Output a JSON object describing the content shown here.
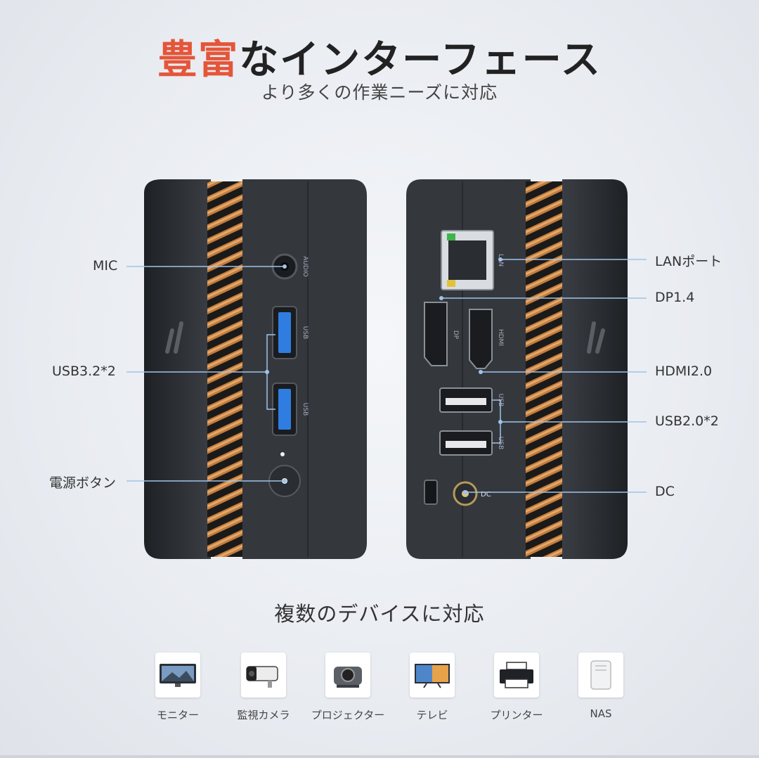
{
  "header": {
    "title_accent": "豊富",
    "title_rest": "なインターフェース",
    "subtitle": "より多くの作業ニーズに対応"
  },
  "ports_left": [
    {
      "label": "MIC"
    },
    {
      "label": "USB3.2*2"
    },
    {
      "label": "電源ボタン"
    }
  ],
  "ports_right": [
    {
      "label": "LANポート"
    },
    {
      "label": "DP1.4"
    },
    {
      "label": "HDMI2.0"
    },
    {
      "label": "USB2.0*2"
    },
    {
      "label": "DC"
    }
  ],
  "port_markings": {
    "audio": "AUDIO",
    "usb_a": "USB",
    "usb_b": "USB",
    "lan": "LAN",
    "dp": "DP",
    "hdmi": "HDMI",
    "usb2_a": "USB",
    "usb2_b": "USB",
    "dc": "DC"
  },
  "devices_section": {
    "title": "複数のデバイスに対応",
    "items": [
      {
        "label": "モニター",
        "icon": "monitor-icon"
      },
      {
        "label": "監視カメラ",
        "icon": "security-camera-icon"
      },
      {
        "label": "プロジェクター",
        "icon": "projector-icon"
      },
      {
        "label": "テレビ",
        "icon": "tv-icon"
      },
      {
        "label": "プリンター",
        "icon": "printer-icon"
      },
      {
        "label": "NAS",
        "icon": "nas-icon"
      }
    ]
  },
  "colors": {
    "accent": "#e4553a",
    "callout_line": "#9fc3ea",
    "device_body": "#2c2f33",
    "fin_copper": "#b8753a",
    "usb3_blue": "#2f7de0"
  }
}
